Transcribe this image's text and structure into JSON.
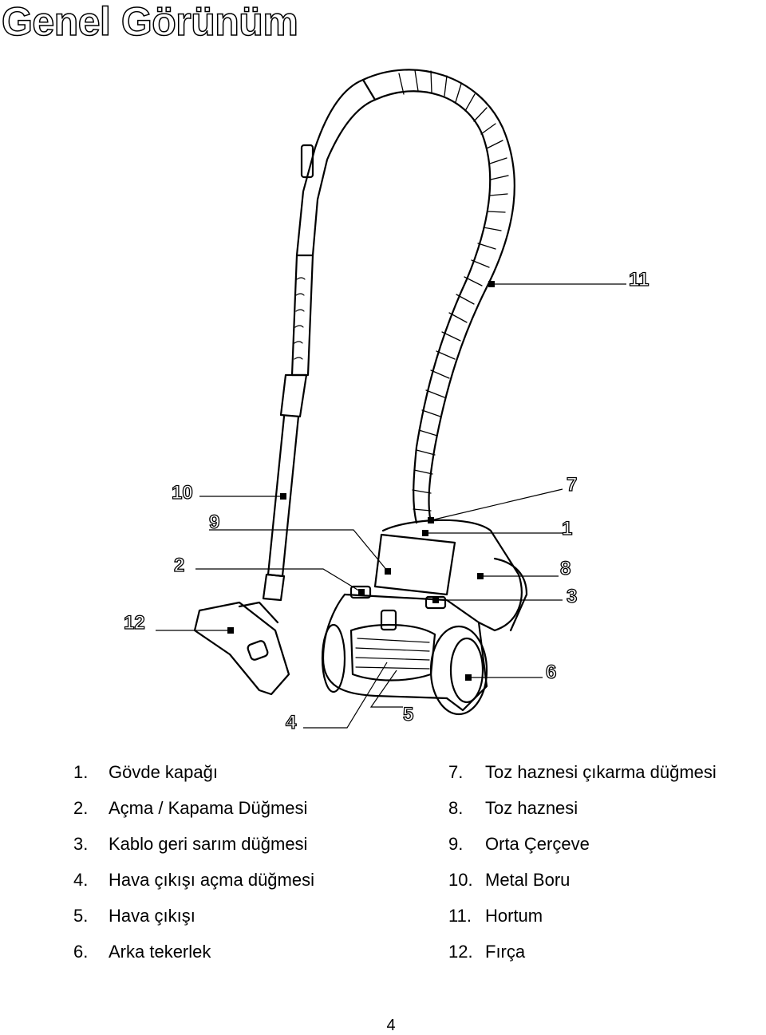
{
  "title": "Genel Görünüm",
  "callouts": [
    "1",
    "2",
    "3",
    "4",
    "5",
    "6",
    "7",
    "8",
    "9",
    "10",
    "11",
    "12"
  ],
  "legend_left": [
    {
      "num": "1.",
      "label": "Gövde kapağı"
    },
    {
      "num": "2.",
      "label": "Açma / Kapama Düğmesi"
    },
    {
      "num": "3.",
      "label": "Kablo geri sarım düğmesi"
    },
    {
      "num": "4.",
      "label": "Hava çıkışı açma düğmesi"
    },
    {
      "num": "5.",
      "label": "Hava çıkışı"
    },
    {
      "num": "6.",
      "label": "Arka tekerlek"
    }
  ],
  "legend_right": [
    {
      "num": "7.",
      "label": "Toz haznesi çıkarma düğmesi"
    },
    {
      "num": "8.",
      "label": "Toz haznesi"
    },
    {
      "num": "9.",
      "label": "Orta Çerçeve"
    },
    {
      "num": "10.",
      "label": "Metal Boru"
    },
    {
      "num": "11.",
      "label": "Hortum"
    },
    {
      "num": "12.",
      "label": "Fırça"
    }
  ],
  "page_number": "4"
}
